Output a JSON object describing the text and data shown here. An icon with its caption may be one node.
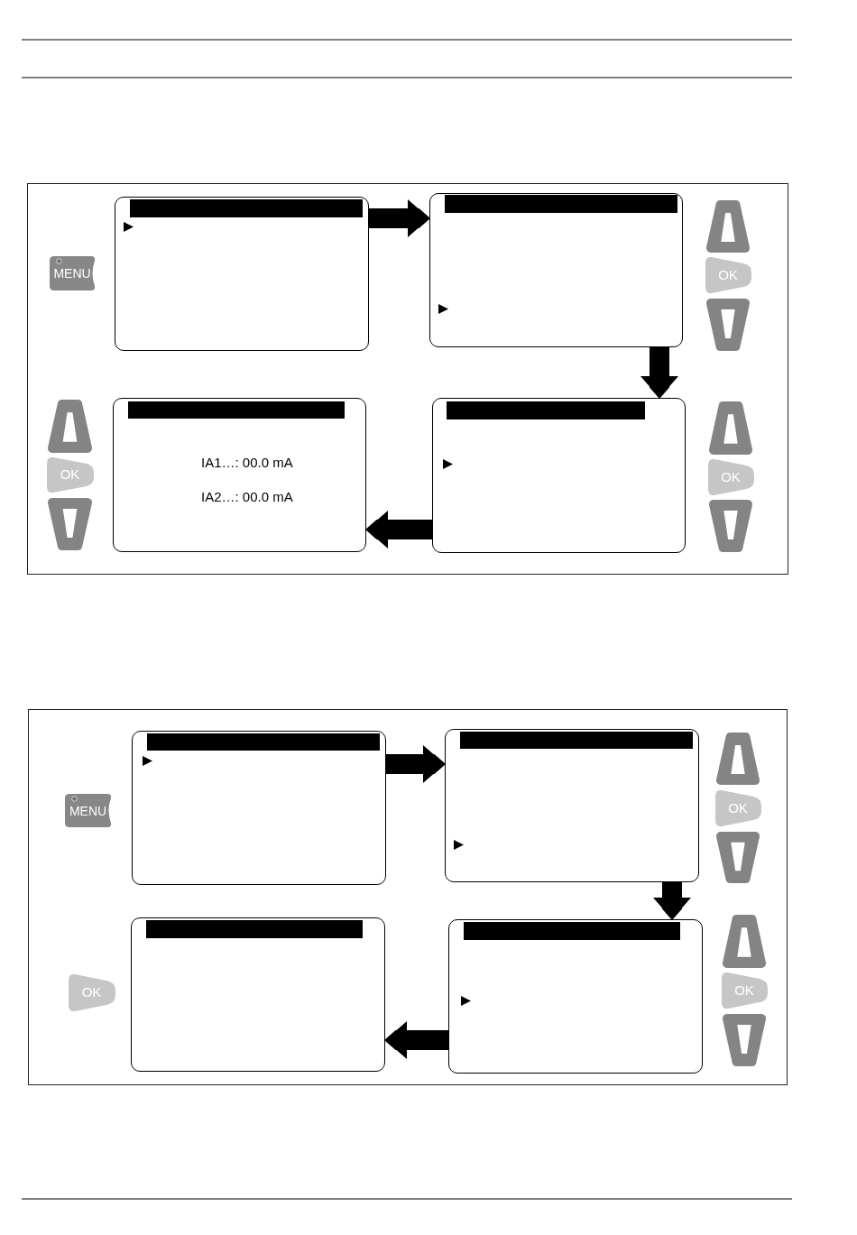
{
  "diagram": {
    "nodes": [
      {
        "text": [],
        "shape": "box"
      },
      {
        "text": [
          "MENU"
        ],
        "in": 0
      },
      {
        "text": [],
        "shape": "box",
        "in": 0
      },
      {
        "text": [],
        "shape": "box",
        "in": 0
      },
      {
        "text": [
          "OK"
        ],
        "in": 0
      },
      {
        "text": [
          "OK"
        ],
        "in": 0
      },
      {
        "text": [
          "IA1…: 00.0 mA",
          "IA2…: 00.0 mA"
        ],
        "in": 0
      },
      {
        "text": [],
        "shape": "box",
        "in": 0
      },
      {
        "text": [
          "OK"
        ],
        "in": 0
      },
      {
        "text": [],
        "shape": "box"
      },
      {
        "text": [
          "MENU"
        ],
        "in": 9
      },
      {
        "text": [],
        "shape": "box",
        "in": 9
      },
      {
        "text": [],
        "shape": "box",
        "in": 9
      },
      {
        "text": [
          "OK"
        ],
        "in": 9
      },
      {
        "text": [
          "OK"
        ],
        "in": 9
      },
      {
        "text": [],
        "shape": "box",
        "in": 9
      },
      {
        "text": [],
        "shape": "box",
        "in": 9
      },
      {
        "text": [
          "OK"
        ],
        "in": 9
      }
    ],
    "edges": [
      {
        "from": 2,
        "to": 3,
        "arrow": "to"
      },
      {
        "from": 3,
        "to": 7,
        "arrow": "to"
      },
      {
        "from": 7,
        "to": 6,
        "arrow": "to"
      },
      {
        "from": 11,
        "to": 12,
        "arrow": "to"
      },
      {
        "from": 12,
        "to": 16,
        "arrow": "to"
      },
      {
        "from": 16,
        "to": 15,
        "arrow": "to"
      }
    ]
  }
}
